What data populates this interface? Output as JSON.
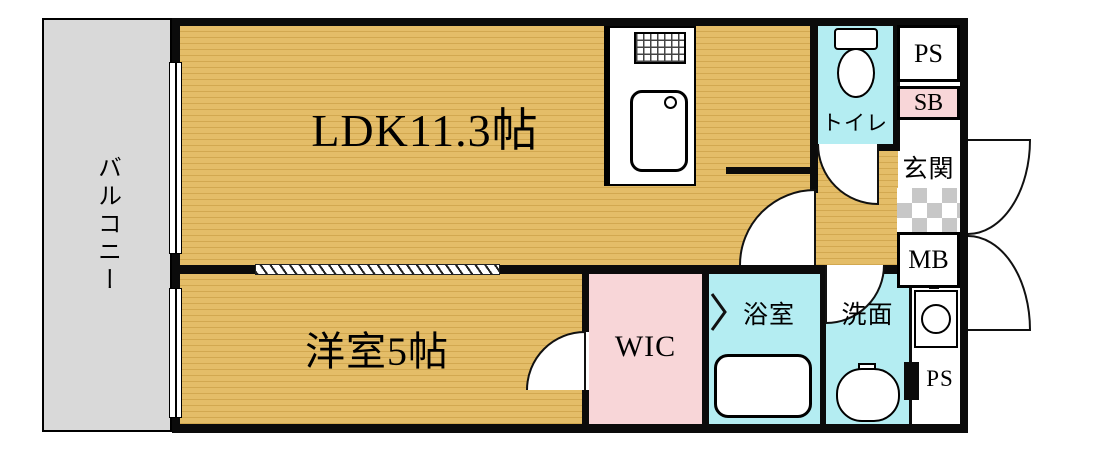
{
  "plan_title": "apartment-floor-plan",
  "rooms": {
    "balcony": "バルコニー",
    "ldk": "LDK11.3帖",
    "western": "洋室5帖",
    "wic": "WIC",
    "toilet": "トイレ",
    "bath": "浴室",
    "washroom": "洗面",
    "entrance": "玄関",
    "ps_top": "PS",
    "sb": "SB",
    "mb": "MB",
    "ps_bottom": "PS"
  },
  "colors": {
    "floor_wood": "#E4BD68",
    "floor_stripe": "#D2A850",
    "water_area": "#B4EDF2",
    "closet_pink": "#F8D6D8",
    "balcony_gray": "#D9D9D9",
    "wall": "#0B0B0B"
  }
}
